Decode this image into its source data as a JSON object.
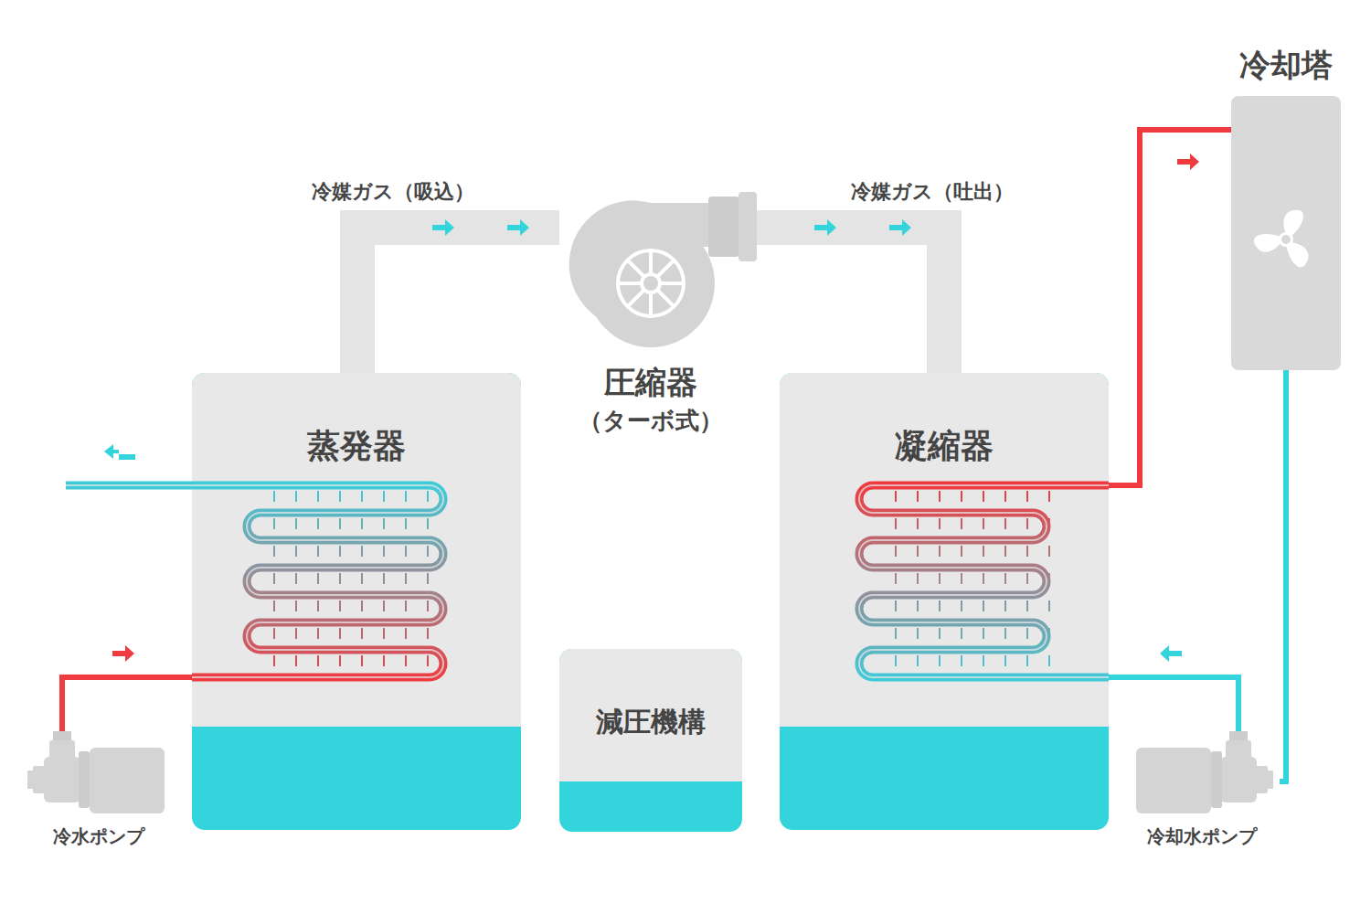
{
  "diagram": {
    "nodes": [
      {
        "text": [
          "蒸発器"
        ]
      },
      {
        "text": [
          "圧縮器",
          "（ターボ式）"
        ]
      },
      {
        "text": [
          "凝縮器"
        ]
      },
      {
        "text": [
          "減圧機構"
        ]
      },
      {
        "text": [
          "冷却塔"
        ]
      },
      {
        "text": [
          "冷水ポンプ"
        ]
      },
      {
        "text": [
          "冷却水ポンプ"
        ]
      }
    ],
    "edges": [
      {
        "from": 0,
        "to": 1,
        "label": "冷媒ガス（吸込）",
        "arrow": "to"
      },
      {
        "from": 1,
        "to": 2,
        "label": "冷媒ガス（吐出）",
        "arrow": "to"
      },
      {
        "from": 2,
        "to": 4,
        "arrow": "to"
      },
      {
        "from": 4,
        "to": 6,
        "arrow": "none"
      },
      {
        "from": 6,
        "to": 2,
        "arrow": "to"
      },
      {
        "from": 5,
        "to": 0,
        "arrow": "to"
      }
    ]
  }
}
